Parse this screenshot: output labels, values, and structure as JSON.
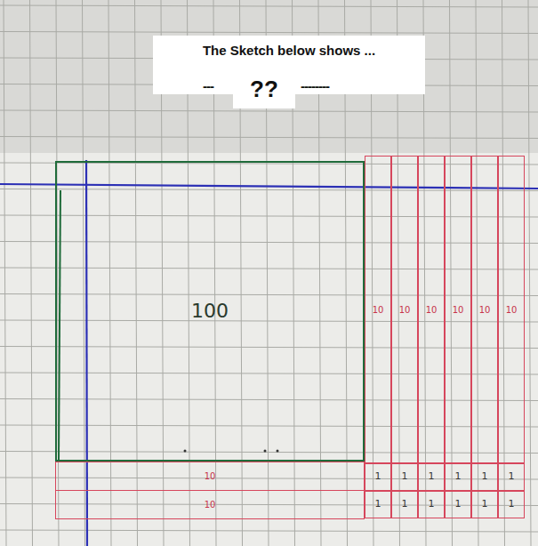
{
  "diagram": {
    "title": "The Sketch below shows ...",
    "nodes": [
      {
        "text": [
          "??"
        ]
      },
      {
        "text": [
          "100"
        ]
      },
      {
        "text": [
          "10"
        ]
      },
      {
        "text": [
          "10"
        ]
      },
      {
        "text": [
          "10"
        ]
      },
      {
        "text": [
          "10"
        ]
      },
      {
        "text": [
          "10"
        ]
      },
      {
        "text": [
          "10"
        ]
      },
      {
        "text": [
          "10"
        ]
      },
      {
        "text": [
          "10"
        ]
      },
      {
        "text": [
          "1"
        ]
      },
      {
        "text": [
          "1"
        ]
      },
      {
        "text": [
          "1"
        ]
      },
      {
        "text": [
          "1"
        ]
      },
      {
        "text": [
          "1"
        ]
      },
      {
        "text": [
          "1"
        ]
      },
      {
        "text": [
          "1"
        ]
      },
      {
        "text": [
          "1"
        ]
      },
      {
        "text": [
          "1"
        ]
      },
      {
        "text": [
          "1"
        ]
      },
      {
        "text": [
          "1"
        ]
      },
      {
        "text": [
          "1"
        ]
      }
    ],
    "labels": [
      "---",
      "--------"
    ]
  }
}
